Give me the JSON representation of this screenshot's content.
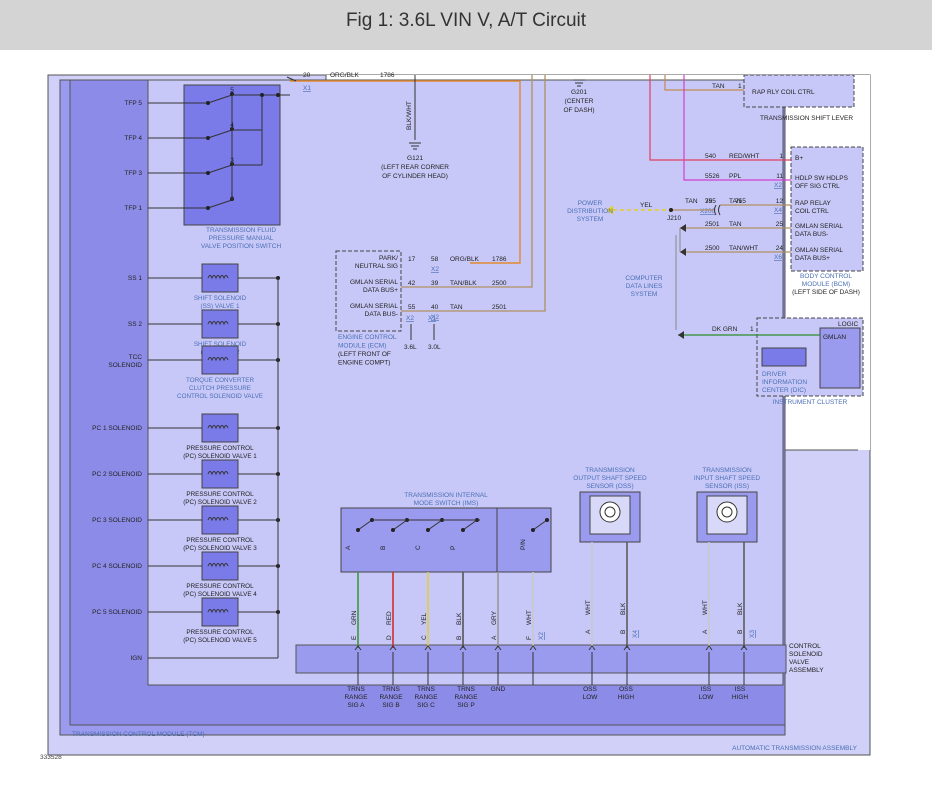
{
  "header": {
    "title": "Fig 1: 3.6L VIN V, A/T Circuit"
  },
  "tcm": {
    "title": "TRANSMISSION CONTROL MODULE (TCM)",
    "pins": [
      "TFP 5",
      "TFP 4",
      "TFP 3",
      "TFP 1",
      "SS 1",
      "SS 2",
      "TCC",
      "SOLENOID",
      "PC 1 SOLENOID",
      "PC 2 SOLENOID",
      "PC 3 SOLENOID",
      "PC 4 SOLENOID",
      "PC 5 SOLENOID",
      "IGN"
    ]
  },
  "tfp_switch": {
    "l1": "TRANSMISSION FLUID",
    "l2": "PRESSURE MANUAL",
    "l3": "VALVE POSITION SWITCH",
    "nums": [
      "5",
      "4",
      "3",
      "1"
    ]
  },
  "solenoids": {
    "ss1": [
      "SHIFT SOLENOID",
      "(SS) VALVE 1"
    ],
    "ss2": [
      "SHIFT SOLENOID",
      "(SS) VALVE 2"
    ],
    "tcc": [
      "TORQUE CONVERTER",
      "CLUTCH PRESSURE",
      "CONTROL SOLENOID VALVE"
    ],
    "pc1": [
      "PRESSURE CONTROL",
      "(PC) SOLENOID VALVE 1"
    ],
    "pc2": [
      "PRESSURE CONTROL",
      "(PC) SOLENOID VALVE 2"
    ],
    "pc3": [
      "PRESSURE CONTROL",
      "(PC) SOLENOID VALVE 3"
    ],
    "pc4": [
      "PRESSURE CONTROL",
      "(PC) SOLENOID VALVE 4"
    ],
    "pc5": [
      "PRESSURE CONTROL",
      "(PC) SOLENOID VALVE 5"
    ]
  },
  "ground": {
    "g121": [
      "G121",
      "(LEFT REAR CORNER",
      "OF CYLINDER HEAD)"
    ],
    "g201": [
      "G201",
      "(CENTER",
      "OF DASH)"
    ],
    "wire": "BLK/WHT"
  },
  "top_wire": {
    "pin": "20",
    "color": "ORG/BLK",
    "circuit": "1786",
    "conn": "X1"
  },
  "ecm": {
    "rows": [
      {
        "label1": "PARK/",
        "label2": "NEUTRAL SIG",
        "p1": "17",
        "p2": "58",
        "color": "ORG/BLK",
        "circuit": "1786",
        "conn": "X2"
      },
      {
        "label1": "GMLAN SERIAL",
        "label2": "DATA BUS+",
        "p1": "42",
        "p2": "39",
        "color": "TAN/BLK",
        "circuit": "2500",
        "conn": ""
      },
      {
        "label1": "GMLAN SERIAL",
        "label2": "DATA BUS-",
        "p1": "55",
        "p2": "40",
        "color": "TAN",
        "circuit": "2501",
        "conn": "X2"
      }
    ],
    "conn_b": "X1",
    "eng1": "3.6L",
    "eng2": "3.0L",
    "name": [
      "ENGINE CONTROL",
      "MODULE (ECM)",
      "(LEFT FRONT OF",
      "ENGINE COMPT)"
    ]
  },
  "shift_lever": {
    "circuit_color": "TAN",
    "pin": "1",
    "label": "RAP RLY COIL CTRL",
    "name": "TRANSMISSION SHIFT LEVER"
  },
  "bcm": {
    "rows": [
      {
        "circuit": "540",
        "color": "RED/WHT",
        "pin": "1",
        "label": "B+",
        "conn": ""
      },
      {
        "circuit": "5526",
        "color": "PPL",
        "pin": "11",
        "label": "HDLP SW HDLPS",
        "label2": "OFF SIG CTRL",
        "conn": "X2"
      },
      {
        "circuit": "755",
        "color": "TAN",
        "pin": "12",
        "label": "RAP RELAY",
        "label2": "COIL CTRL",
        "conn": "X4"
      },
      {
        "circuit": "2501",
        "color": "TAN",
        "pin": "25",
        "label": "GMLAN SERIAL",
        "label2": "DATA BUS-",
        "conn": ""
      },
      {
        "circuit": "2500",
        "color": "TAN/WHT",
        "pin": "24",
        "label": "GMLAN SERIAL",
        "label2": "DATA BUS+",
        "conn": "X6"
      }
    ],
    "tan_in": "TAN",
    "tan_in_pin": "39",
    "x200": "X200",
    "yel": "YEL",
    "j210": "J210",
    "name": [
      "BODY CONTROL",
      "MODULE (BCM)",
      "(LEFT SIDE OF DASH)"
    ]
  },
  "power_dist": [
    "POWER",
    "DISTRIBUTION",
    "SYSTEM"
  ],
  "data_lines": [
    "COMPUTER",
    "DATA LINES",
    "SYSTEM"
  ],
  "ipc": {
    "wire": "DK GRN",
    "pin": "1",
    "logic": "LOGIC",
    "gmlan": "GMLAN",
    "dic": [
      "DRIVER",
      "INFORMATION",
      "CENTER (DIC)"
    ],
    "name": "INSTRUMENT CLUSTER"
  },
  "ims": {
    "title": [
      "TRANSMISSION INTERNAL",
      "MODE SWITCH (IMS)"
    ],
    "contacts": [
      "A",
      "B",
      "C",
      "P",
      "P/N"
    ],
    "wires": [
      {
        "pin": "E",
        "color": "GRN",
        "hex": "#3a9a3a"
      },
      {
        "pin": "D",
        "color": "RED",
        "hex": "#d03030"
      },
      {
        "pin": "C",
        "color": "YEL",
        "hex": "#e0d040"
      },
      {
        "pin": "B",
        "color": "BLK",
        "hex": "#555555"
      },
      {
        "pin": "A",
        "color": "GRY",
        "hex": "#999999"
      },
      {
        "pin": "F",
        "color": "WHT",
        "hex": "#c8c8c8",
        "conn": "X2"
      }
    ]
  },
  "oss": {
    "title": [
      "TRANSMISSION",
      "OUTPUT SHAFT SPEED",
      "SENSOR (OSS)"
    ],
    "wires": [
      {
        "pin": "A",
        "color": "WHT"
      },
      {
        "pin": "B",
        "color": "BLK",
        "conn": "X4"
      }
    ]
  },
  "iss": {
    "title": [
      "TRANSMISSION",
      "INPUT SHAFT SPEED",
      "SENSOR (ISS)"
    ],
    "wires": [
      {
        "pin": "A",
        "color": "WHT"
      },
      {
        "pin": "B",
        "color": "BLK",
        "conn": "X3"
      }
    ]
  },
  "csva": [
    "CONTROL",
    "SOLENOID",
    "VALVE",
    "ASSEMBLY"
  ],
  "bottom_labels": [
    [
      "TRNS",
      "RANGE",
      "SIG A"
    ],
    [
      "TRNS",
      "RANGE",
      "SIG B"
    ],
    [
      "TRNS",
      "RANGE",
      "SIG C"
    ],
    [
      "TRNS",
      "RANGE",
      "SIG P"
    ],
    [
      "GND"
    ],
    [
      "OSS",
      "LOW"
    ],
    [
      "OSS",
      "HIGH"
    ],
    [
      "ISS",
      "LOW"
    ],
    [
      "ISS",
      "HIGH"
    ]
  ],
  "ata": "AUTOMATIC TRANSMISSION ASSEMBLY",
  "diagram_id": "333528",
  "colors": {
    "module_fill": "#c8c8f8",
    "inner_fill": "#9a9aee",
    "dark_fill": "#7a7ae8",
    "label_blue": "#4a6fb5"
  }
}
